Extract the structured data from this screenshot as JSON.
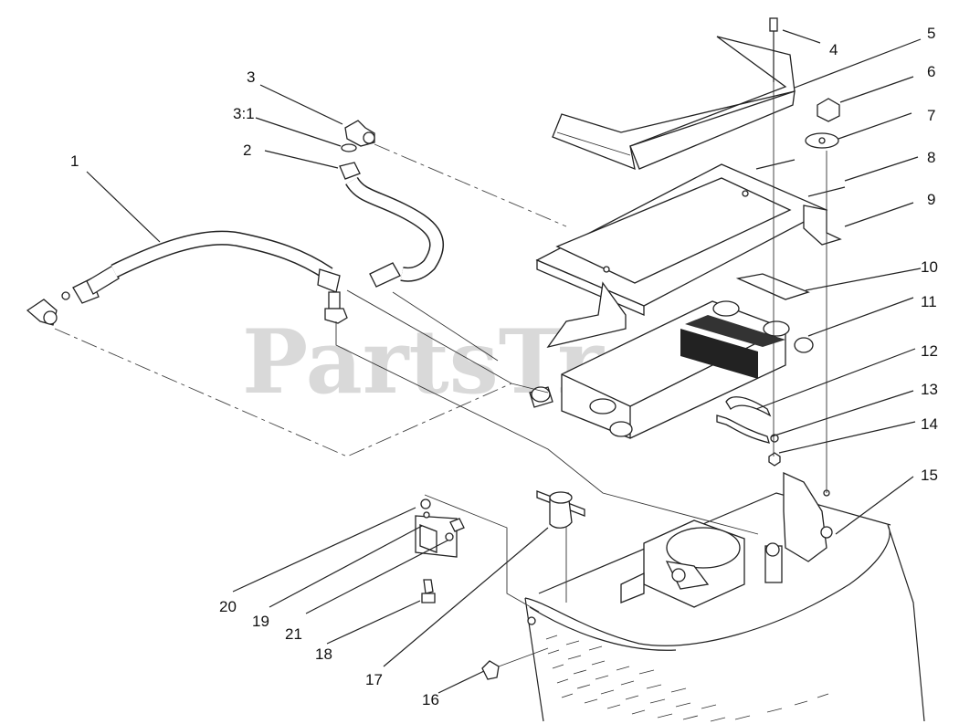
{
  "watermark": "PartsTree",
  "callouts": [
    "1",
    "2",
    "3",
    "3:1",
    "4",
    "5",
    "6",
    "7",
    "8",
    "9",
    "10",
    "11",
    "12",
    "13",
    "14",
    "15",
    "16",
    "17",
    "18",
    "19",
    "20",
    "21"
  ]
}
